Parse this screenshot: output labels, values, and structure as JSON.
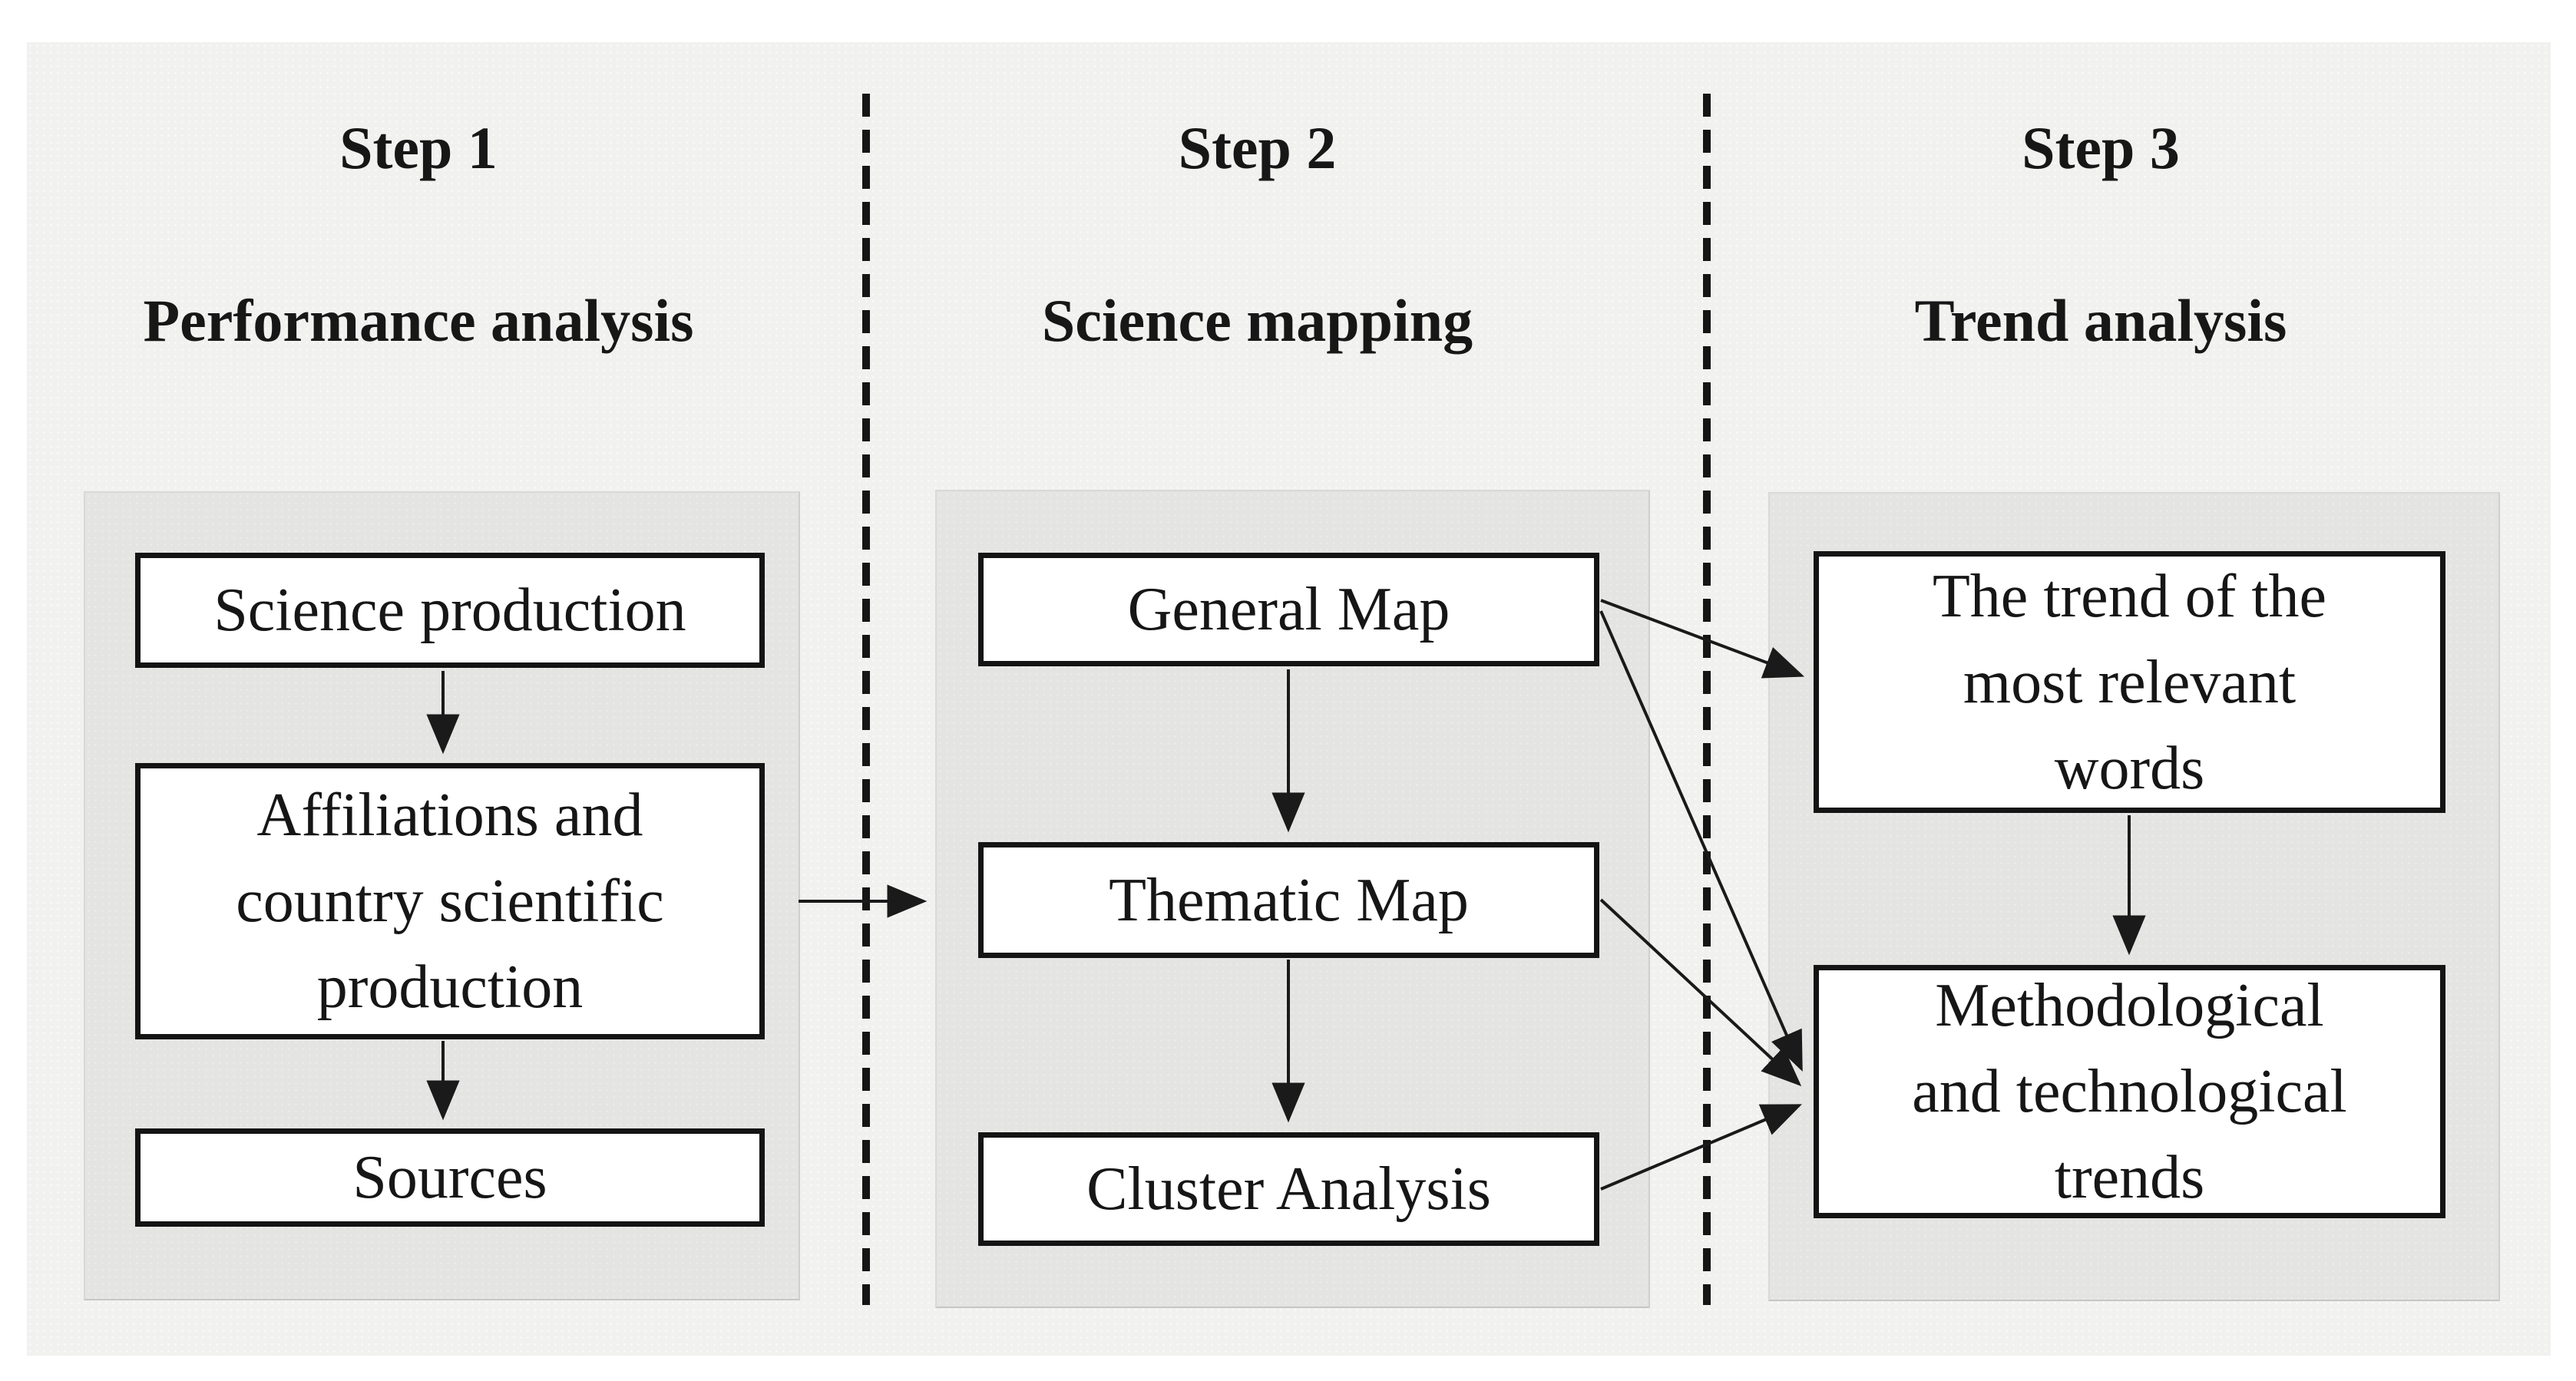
{
  "figure": {
    "colors": {
      "diagram_background": "#f1f1f0",
      "panel_background": "#e4e4e3",
      "node_background": "#ffffff",
      "node_border": "#141414",
      "line_color": "#1a1a1a"
    },
    "columns": [
      {
        "step_label": "Step 1",
        "title": "Performance analysis",
        "boxes": [
          "Science production",
          "Affiliations and\ncountry scientific\nproduction",
          "Sources"
        ]
      },
      {
        "step_label": "Step 2",
        "title": "Science mapping",
        "boxes": [
          "General Map",
          "Thematic Map",
          "Cluster Analysis"
        ]
      },
      {
        "step_label": "Step 3",
        "title": "Trend analysis",
        "boxes": [
          "The trend of the\nmost relevant\nwords",
          "Methodological\nand technological\ntrends"
        ]
      }
    ],
    "connections": [
      {
        "from": "Science production",
        "to": "Affiliations and country scientific production"
      },
      {
        "from": "Affiliations and country scientific production",
        "to": "Sources"
      },
      {
        "from": "Affiliations and country scientific production",
        "to": "Thematic Map"
      },
      {
        "from": "General Map",
        "to": "Thematic Map"
      },
      {
        "from": "Thematic Map",
        "to": "Cluster Analysis"
      },
      {
        "from": "General Map",
        "to": "The trend of the most relevant words"
      },
      {
        "from": "General Map",
        "to": "Methodological and technological trends"
      },
      {
        "from": "Thematic Map",
        "to": "Methodological and technological trends"
      },
      {
        "from": "Cluster Analysis",
        "to": "Methodological and technological trends"
      },
      {
        "from": "The trend of the most relevant words",
        "to": "Methodological and technological trends"
      }
    ]
  }
}
